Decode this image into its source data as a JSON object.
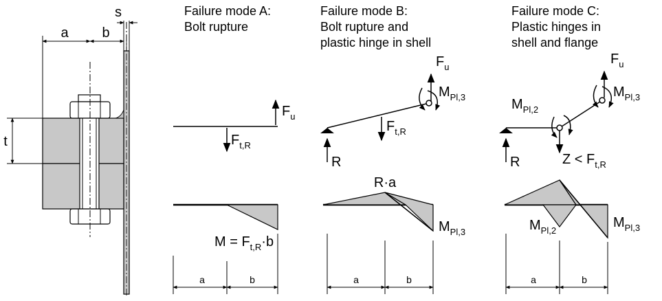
{
  "left_view": {
    "dim_a": "a",
    "dim_b": "b",
    "dim_s": "s",
    "dim_t": "t"
  },
  "mode_a": {
    "title_line1": "Failure mode A:",
    "title_line2": "Bolt rupture",
    "force_fu": "F",
    "force_fu_sub": "u",
    "force_ftr": "F",
    "force_ftr_sub": "t,R",
    "moment_eq": "M = F",
    "moment_eq_sub": "t,R",
    "moment_eq_tail": "·b",
    "dim_a": "a",
    "dim_b": "b"
  },
  "mode_b": {
    "title_line1": "Failure mode B:",
    "title_line2": "Bolt rupture and",
    "title_line3": "plastic hinge in shell",
    "force_fu": "F",
    "force_fu_sub": "u",
    "moment_mpl3": "M",
    "moment_mpl3_sub": "Pl,3",
    "force_ftr": "F",
    "force_ftr_sub": "t,R",
    "reaction": "R",
    "peak_label": "R·a",
    "diag_mpl3": "M",
    "diag_mpl3_sub": "Pl,3",
    "dim_a": "a",
    "dim_b": "b"
  },
  "mode_c": {
    "title_line1": "Failure mode C:",
    "title_line2": "Plastic hinges in",
    "title_line3": "shell and flange",
    "force_fu": "F",
    "force_fu_sub": "u",
    "moment_mpl2": "M",
    "moment_mpl2_sub": "Pl,2",
    "moment_mpl3": "M",
    "moment_mpl3_sub": "Pl,3",
    "reaction": "R",
    "force_z": "Z < F",
    "force_z_sub": "t,R",
    "diag_mpl2": "M",
    "diag_mpl2_sub": "Pl,2",
    "diag_mpl3": "M",
    "diag_mpl3_sub": "Pl,3",
    "dim_a": "a",
    "dim_b": "b"
  }
}
